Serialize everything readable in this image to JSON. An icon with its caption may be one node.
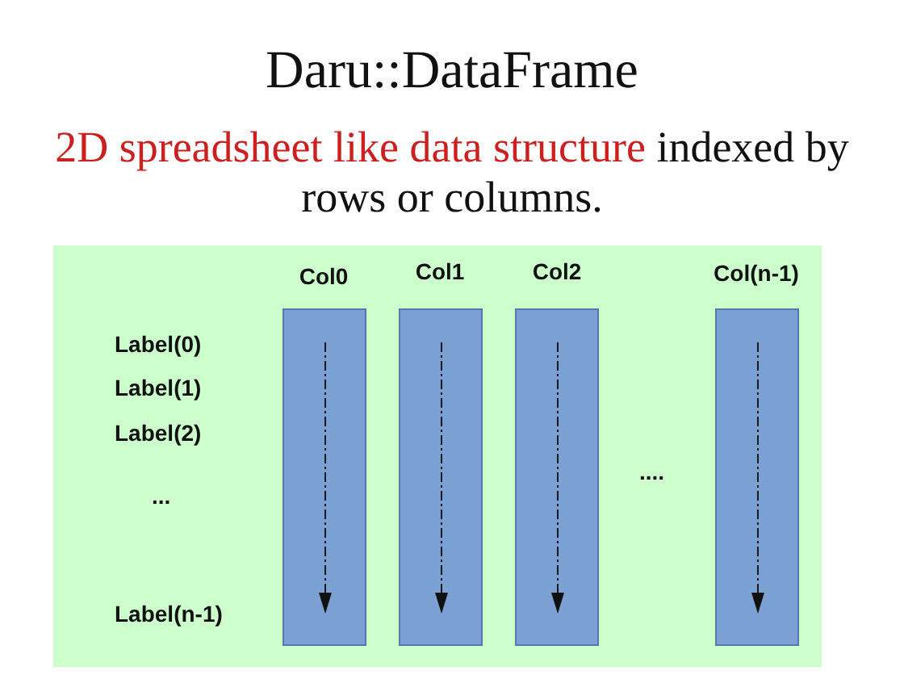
{
  "diagram": {
    "title": "Daru::DataFrame",
    "nodes": [
      {
        "text": [],
        "shape": "box"
      },
      {
        "text": [
          "Col0"
        ],
        "in": 0
      },
      {
        "text": [
          "Col1"
        ],
        "in": 0
      },
      {
        "text": [
          "Col2"
        ],
        "in": 0
      },
      {
        "text": [
          "Col(n-1)"
        ],
        "in": 0
      }
    ],
    "labels": [
      "2D spreadsheet like data structure",
      "indexed by rows or columns.",
      "Label(0)",
      "Label(1)",
      "Label(2)",
      "...",
      "Label(n-1)",
      "...."
    ]
  }
}
